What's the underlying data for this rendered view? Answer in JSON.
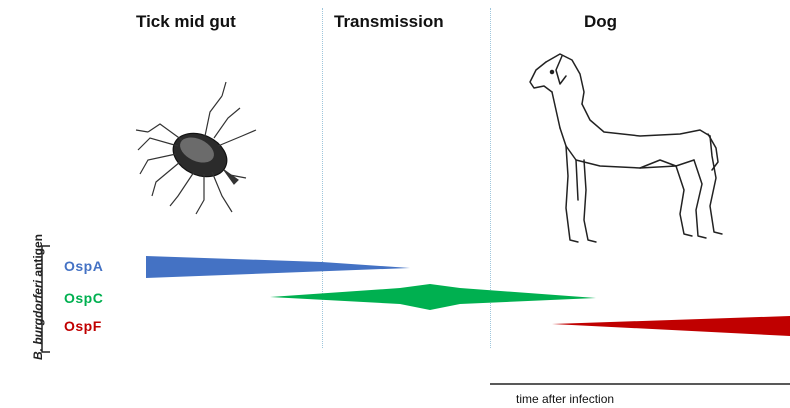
{
  "phases": {
    "tick": "Tick mid gut",
    "transmission": "Transmission",
    "dog": "Dog"
  },
  "axis": {
    "title_italic": "B. burgdorferi",
    "title_rest": " antigen",
    "time": "time after infection"
  },
  "antigens": [
    {
      "name": "OspA",
      "color": "#4472c4"
    },
    {
      "name": "OspC",
      "color": "#00b050"
    },
    {
      "name": "OspF",
      "color": "#c00000"
    }
  ],
  "icons": {
    "tick": "tick-illustration",
    "dog": "dog-illustration"
  }
}
